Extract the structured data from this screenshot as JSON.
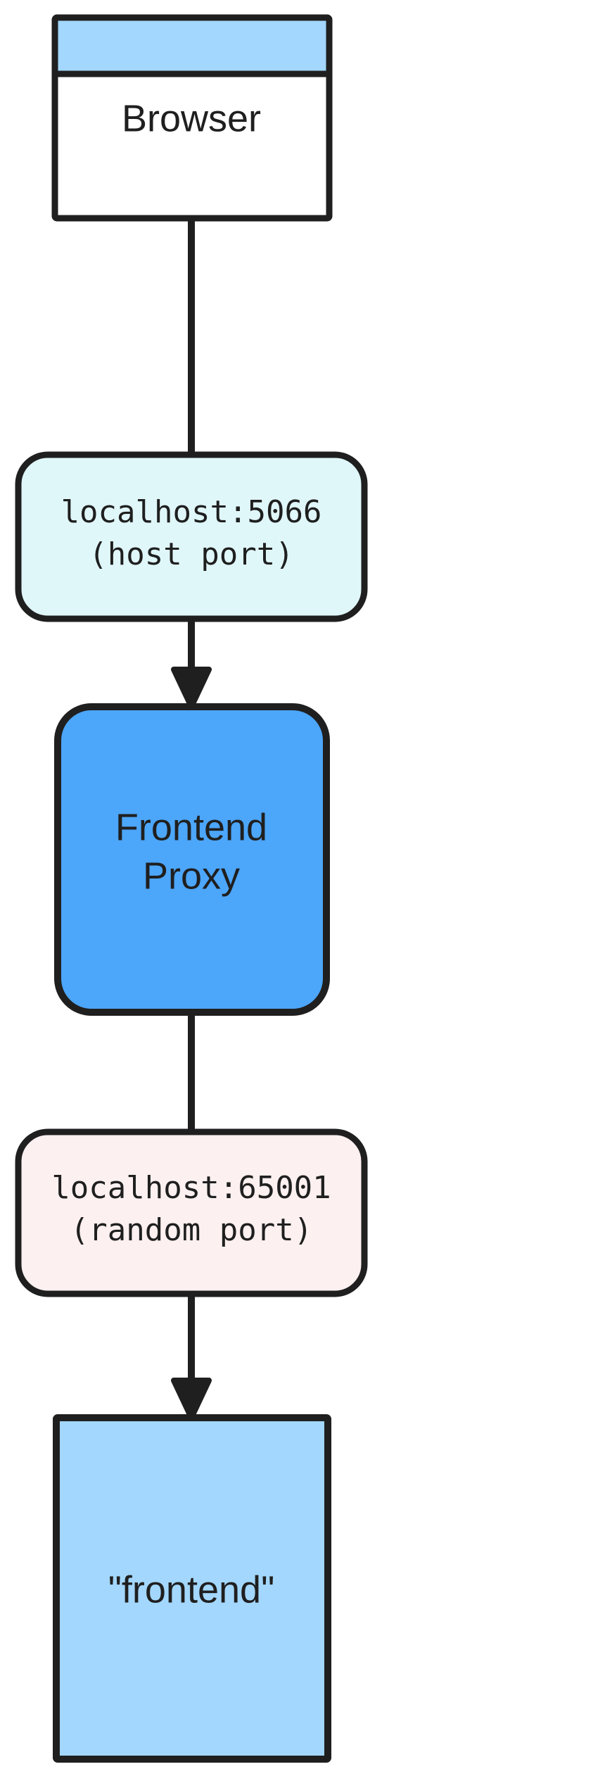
{
  "diagram": {
    "type": "flowchart",
    "direction": "top-to-bottom",
    "background_color": "#ffffff",
    "stroke_color": "#1f1f1f",
    "title": "",
    "nodes": [
      {
        "id": "browser",
        "label": "Browser",
        "shape": "window",
        "fill": "#ffffff",
        "titlebar_fill": "#a3d7fd",
        "border_color": "#1f1f1f"
      },
      {
        "id": "frontend-proxy",
        "label_line_1": "Frontend",
        "label_line_2": "Proxy",
        "shape": "rounded-rect",
        "fill": "#4ca6fa",
        "border_color": "#1f1f1f"
      },
      {
        "id": "frontend",
        "label": "\"frontend\"",
        "shape": "rect",
        "fill": "#a3d7fd",
        "border_color": "#1f1f1f"
      }
    ],
    "edge_labels": [
      {
        "id": "host-port-label",
        "line_1": "localhost:5066",
        "line_2": "(host port)",
        "fill": "#e0f7fa",
        "border_color": "#1f1f1f"
      },
      {
        "id": "random-port-label",
        "line_1": "localhost:65001",
        "line_2": "(random port)",
        "fill": "#fdf0f0",
        "border_color": "#1f1f1f"
      }
    ],
    "edges": [
      {
        "id": "edge-browser-to-hostport",
        "from": "browser",
        "to": "host-port-label",
        "arrow": false
      },
      {
        "id": "edge-hostport-to-proxy",
        "from": "host-port-label",
        "to": "frontend-proxy",
        "arrow": true
      },
      {
        "id": "edge-proxy-to-randomport",
        "from": "frontend-proxy",
        "to": "random-port-label",
        "arrow": false
      },
      {
        "id": "edge-randomport-to-frontend",
        "from": "random-port-label",
        "to": "frontend",
        "arrow": true
      }
    ]
  }
}
